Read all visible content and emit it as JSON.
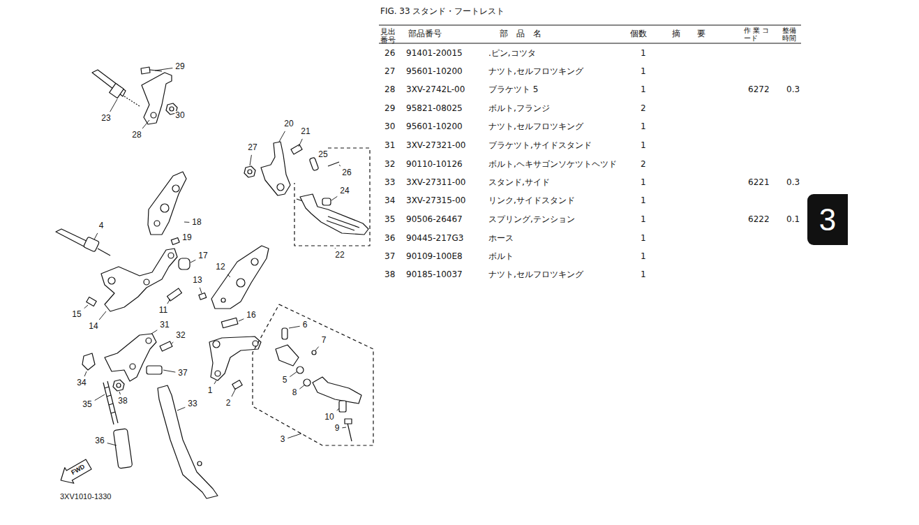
{
  "diagram": {
    "title": "FIG. 33 スタンド・フートレスト",
    "nodes": [
      {
        "text": [
          "3"
        ]
      }
    ],
    "labels": [
      "29",
      "23",
      "28",
      "30",
      "27",
      "20",
      "21",
      "25",
      "26",
      "24",
      "22",
      "4",
      "18",
      "19",
      "17",
      "12",
      "13",
      "11",
      "15",
      "14",
      "16",
      "6",
      "7",
      "31",
      "32",
      "34",
      "37",
      "5",
      "8",
      "38",
      "35",
      "1",
      "2",
      "33",
      "10",
      "9",
      "3",
      "36",
      "FWD",
      "3XV1010-1330",
      "見出 番号",
      "部品番号",
      "部　品　名",
      "個数",
      "摘　　要",
      "作 業 コード",
      "整備 時間",
      "26",
      "91401-20015",
      ".ピン,コツタ",
      "1",
      "27",
      "95601-10200",
      "ナツト,セルフロツキング",
      "1",
      "28",
      "3XV-2742L-00",
      "ブラケツト 5",
      "1",
      "6272",
      "0.3",
      "29",
      "95821-08025",
      "ボルト,フランジ",
      "2",
      "30",
      "95601-10200",
      "ナツト,セルフロツキング",
      "1",
      "31",
      "3XV-27321-00",
      "ブラケツト,サイドスタンド",
      "1",
      "32",
      "90110-10126",
      "ボルト,ヘキサゴンソケツトヘツド",
      "2",
      "33",
      "3XV-27311-00",
      "スタンド,サイド",
      "1",
      "6221",
      "0.3",
      "34",
      "3XV-27315-00",
      "リンク,サイドスタンド",
      "1",
      "35",
      "90506-26467",
      "スプリング,テンション",
      "1",
      "6222",
      "0.1",
      "36",
      "90445-217G3",
      "ホース",
      "1",
      "37",
      "90109-100E8",
      "ボルト",
      "1",
      "38",
      "90185-10037",
      "ナツト,セルフロツキング",
      "1"
    ]
  }
}
